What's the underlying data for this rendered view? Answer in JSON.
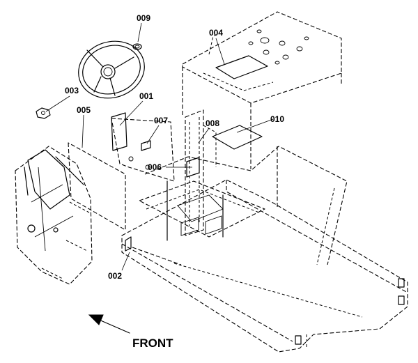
{
  "parts": [
    {
      "id": "p009",
      "label": "009"
    },
    {
      "id": "p004",
      "label": "004"
    },
    {
      "id": "p003",
      "label": "003"
    },
    {
      "id": "p001",
      "label": "001"
    },
    {
      "id": "p005",
      "label": "005"
    },
    {
      "id": "p007",
      "label": "007"
    },
    {
      "id": "p008",
      "label": "008"
    },
    {
      "id": "p010",
      "label": "010"
    },
    {
      "id": "p006",
      "label": "006"
    },
    {
      "id": "p002",
      "label": "002"
    }
  ],
  "direction_label": "FRONT"
}
